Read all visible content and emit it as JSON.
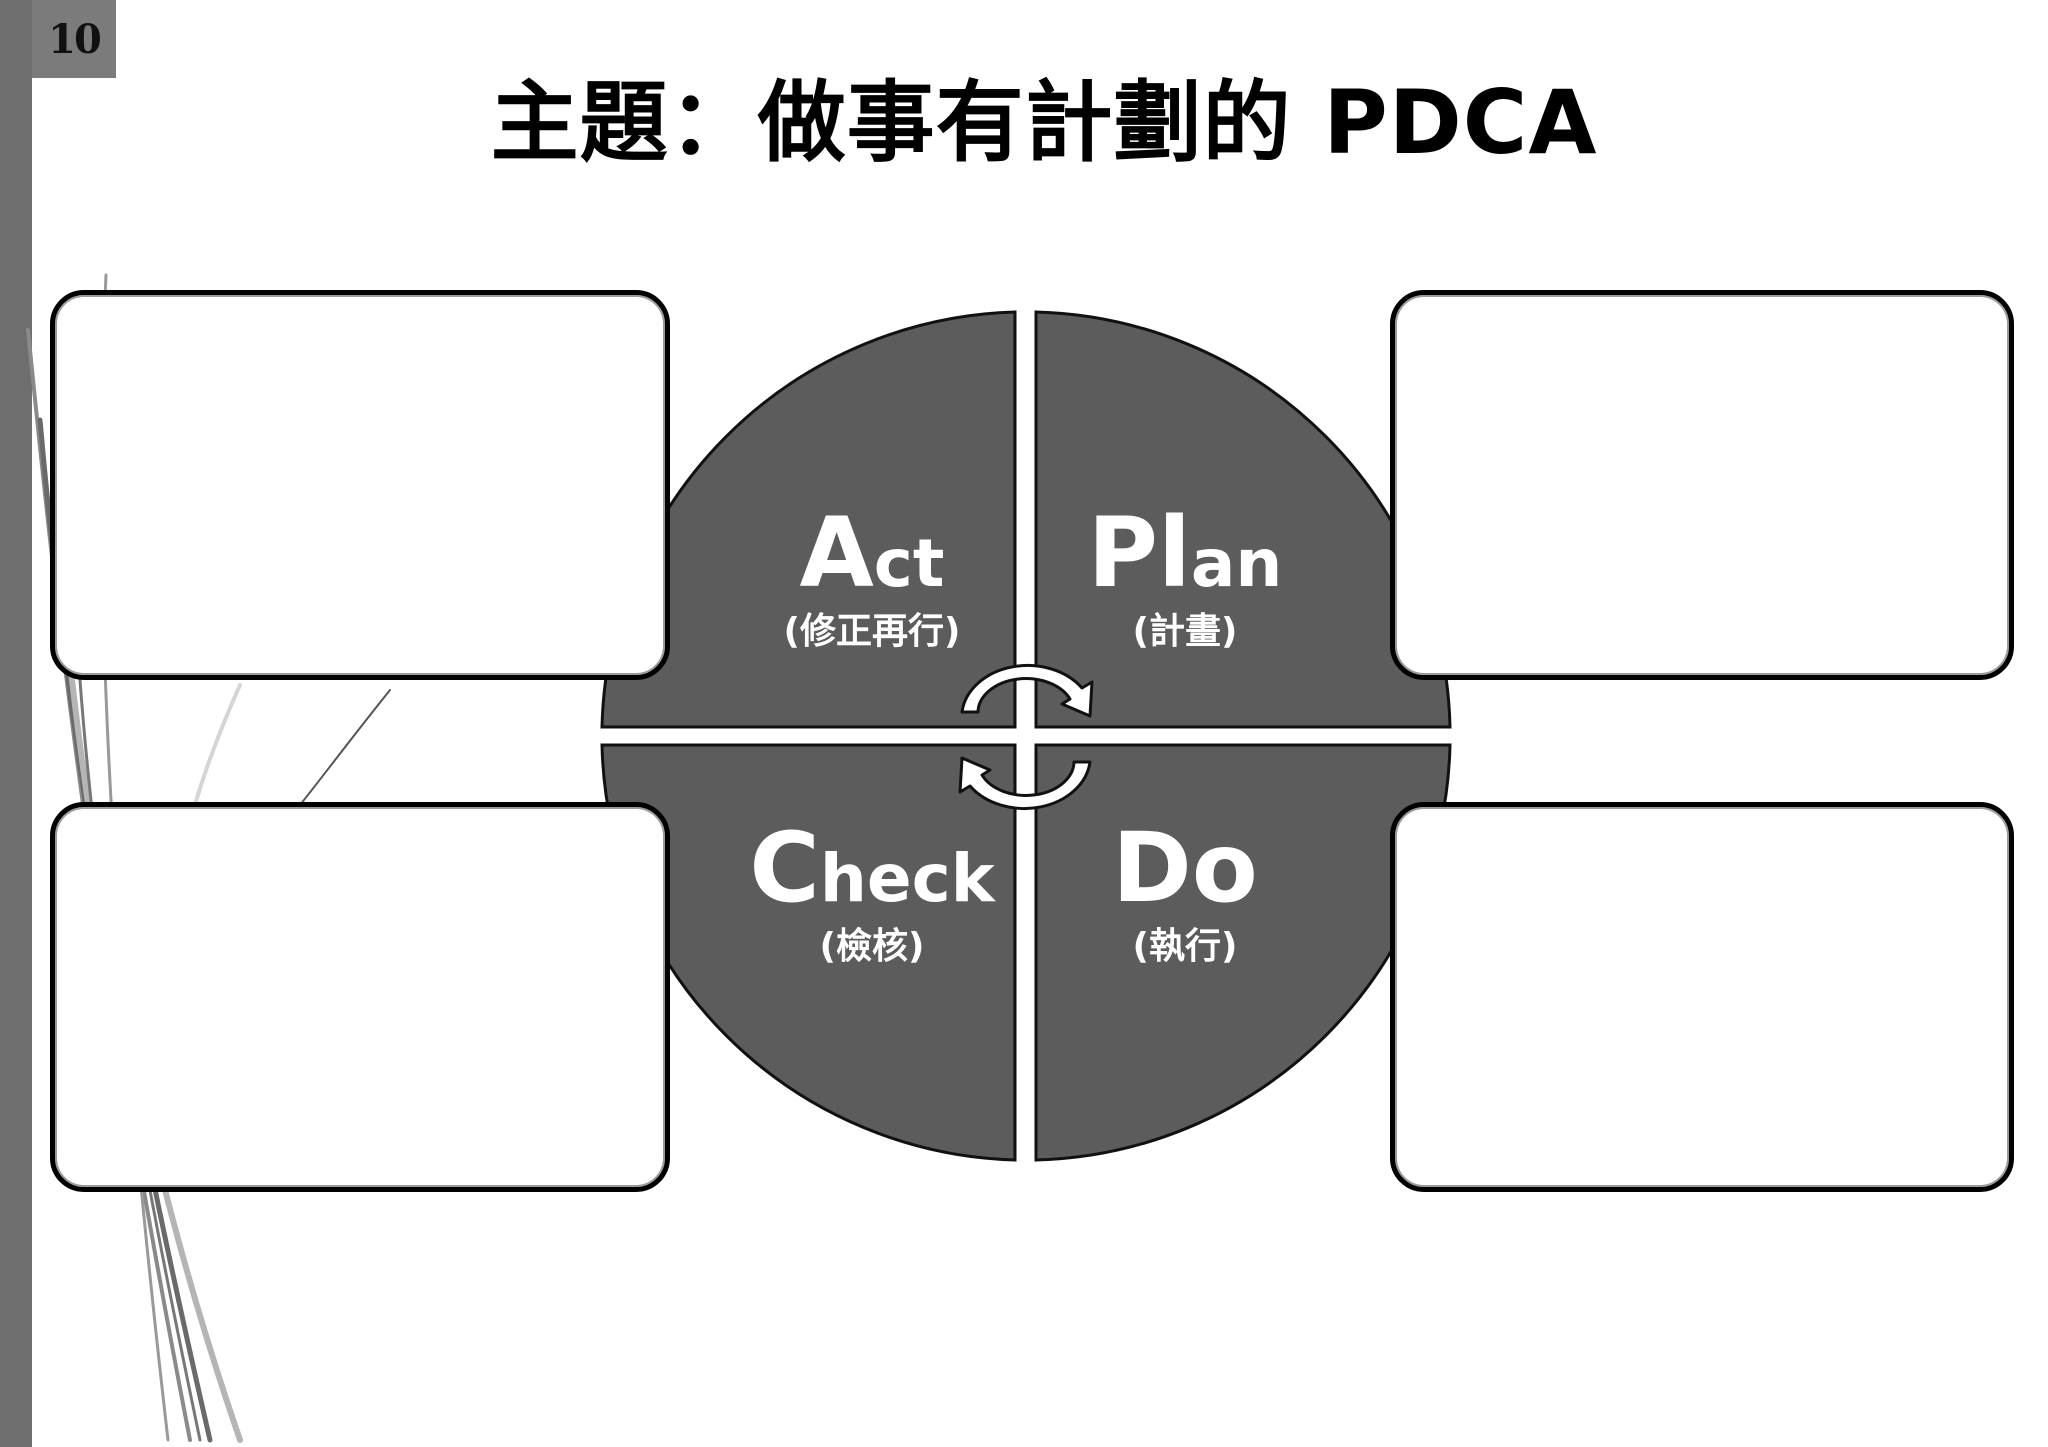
{
  "page_number": "10",
  "title": "主題：做事有計劃的 PDCA",
  "colors": {
    "quadrant_fill": "#5c5c5c",
    "side_bar": "#6e6e6e",
    "box_border": "#000000"
  },
  "quadrants": {
    "act": {
      "label_first": "A",
      "label_rest": "ct",
      "sub": "(修正再行)"
    },
    "plan": {
      "label_first": "Pl",
      "label_rest": "an",
      "sub": "(計畫)"
    },
    "check": {
      "label_first": "C",
      "label_rest": "heck",
      "sub": "(檢核)"
    },
    "do": {
      "label_first": "Do",
      "label_rest": "",
      "sub": "(執行)"
    }
  },
  "boxes": {
    "top_left": "",
    "top_right": "",
    "bottom_left": "",
    "bottom_right": ""
  },
  "icons": [
    "cycle-arrow-icon"
  ]
}
